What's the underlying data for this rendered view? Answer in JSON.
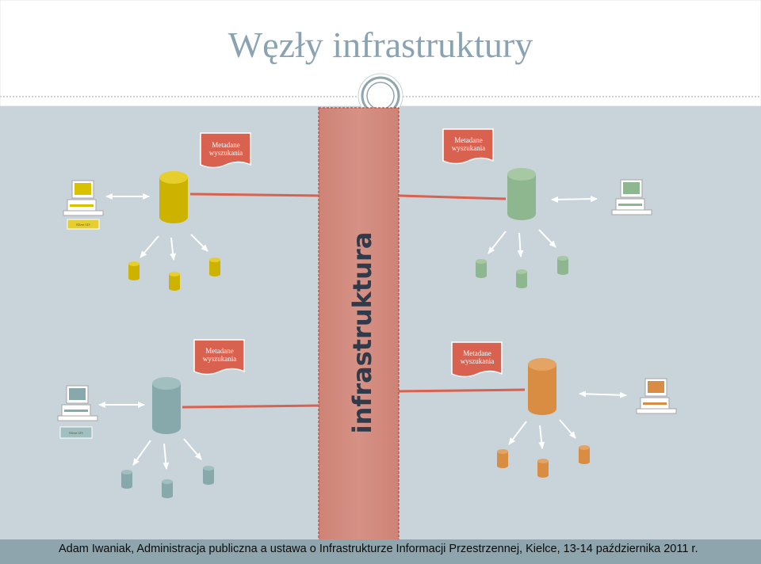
{
  "slide": {
    "title": "Węzły infrastruktury",
    "infrastructure_label": "infrastruktura",
    "footer": "Adam Iwaniak,  Administracja publiczna a ustawa o Infrastrukturze Informacji Przestrzennej,  Kielce,  13-14 października 2011 r."
  },
  "nodes": [
    {
      "metadata_label_1": "Metadane",
      "metadata_label_2": "wyszukania",
      "client_label": "Klient GIS",
      "color": "#cdb300"
    },
    {
      "metadata_label_1": "Metadane",
      "metadata_label_2": "wyszukania",
      "color": "#8fb78f"
    },
    {
      "metadata_label_1": "Metadane",
      "metadata_label_2": "wyszukania",
      "client_label": "Klient GIS",
      "color": "#88a9ab"
    },
    {
      "metadata_label_1": "Metadane",
      "metadata_label_2": "wyszukania",
      "color": "#d88d43"
    }
  ],
  "colors": {
    "panel": "#c8d3da",
    "infrastructure_bar": "#d48a7c",
    "metadata_doc": "#d9614f",
    "connector": "#d9614f",
    "footer": "#8fa5ad",
    "title": "#8aa3b3"
  }
}
